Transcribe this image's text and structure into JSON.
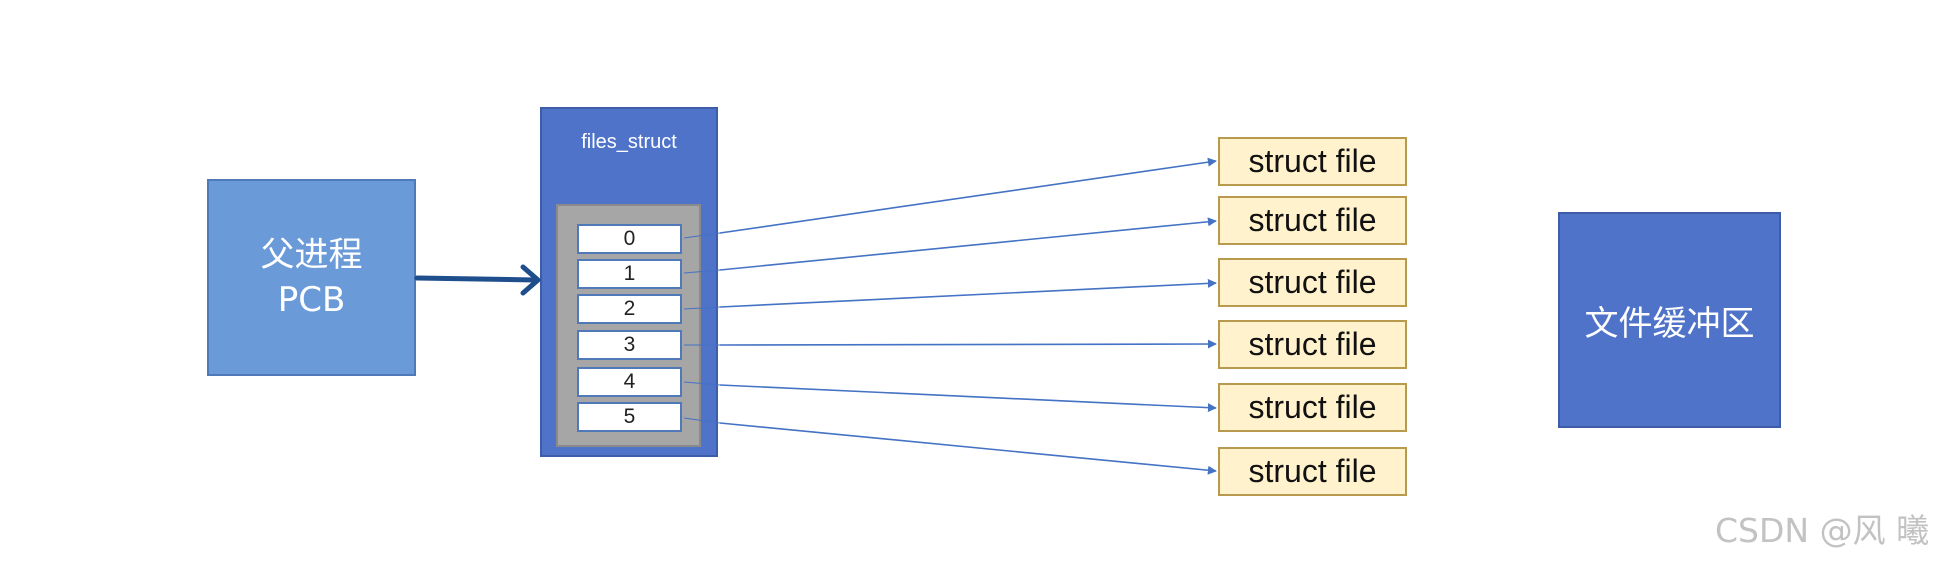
{
  "diagram": {
    "parent_process": {
      "line1": "父进程",
      "line2": "PCB"
    },
    "files_struct": {
      "title": "files_struct",
      "fd_entries": [
        "0",
        "1",
        "2",
        "3",
        "4",
        "5"
      ]
    },
    "struct_files": [
      "struct file",
      "struct file",
      "struct file",
      "struct file",
      "struct file",
      "struct file"
    ],
    "file_buffer": {
      "label": "文件缓冲区"
    },
    "colors": {
      "pcb_fill": "#6a9bd8",
      "files_struct_fill": "#4f73c9",
      "fd_table_fill": "#a6a6a6",
      "struct_file_fill": "#fff2cc",
      "struct_file_border": "#b89a4e",
      "arrow_color": "#4472c4",
      "thick_arrow_color": "#1f4e8c"
    }
  },
  "watermark": {
    "text": "CSDN @风 曦"
  }
}
